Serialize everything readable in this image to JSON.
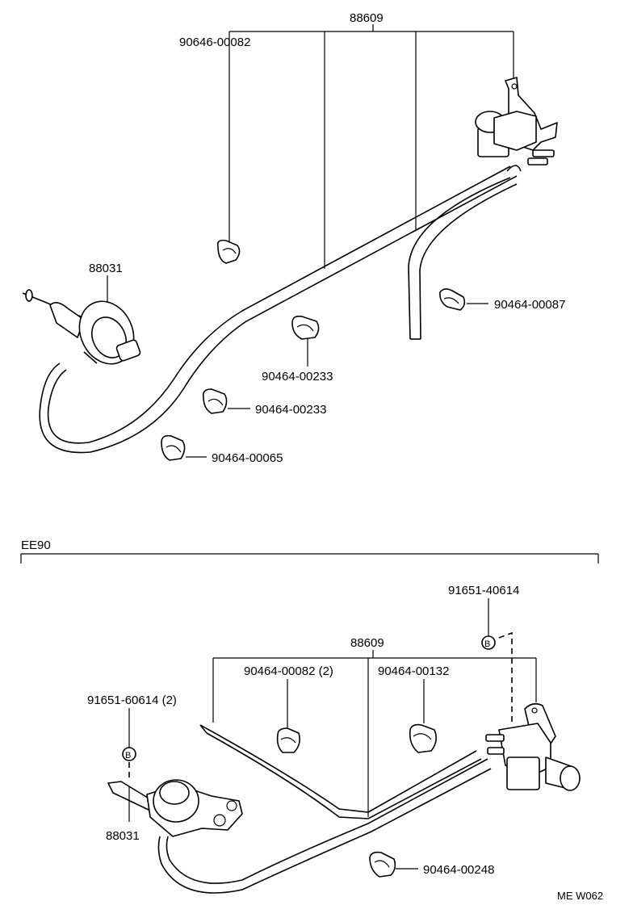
{
  "top": {
    "group_label": "88609",
    "labels": {
      "p90646_00082": "90646-00082",
      "p88031": "88031",
      "p90464_00087": "90464-00087",
      "p90464_00233_a": "90464-00233",
      "p90464_00233_b": "90464-00233",
      "p90464_00065": "90464-00065"
    }
  },
  "bottom": {
    "section_label": "EE90",
    "group_label": "88609",
    "labels": {
      "p91651_40614": "91651-40614",
      "p90464_00082": "90464-00082 (2)",
      "p90464_00132": "90464-00132",
      "p91651_60614": "91651-60614 (2)",
      "p88031": "88031",
      "p90464_00248": "90464-00248"
    },
    "bolt_marker": "B"
  },
  "footer": {
    "code": "ME W062"
  }
}
